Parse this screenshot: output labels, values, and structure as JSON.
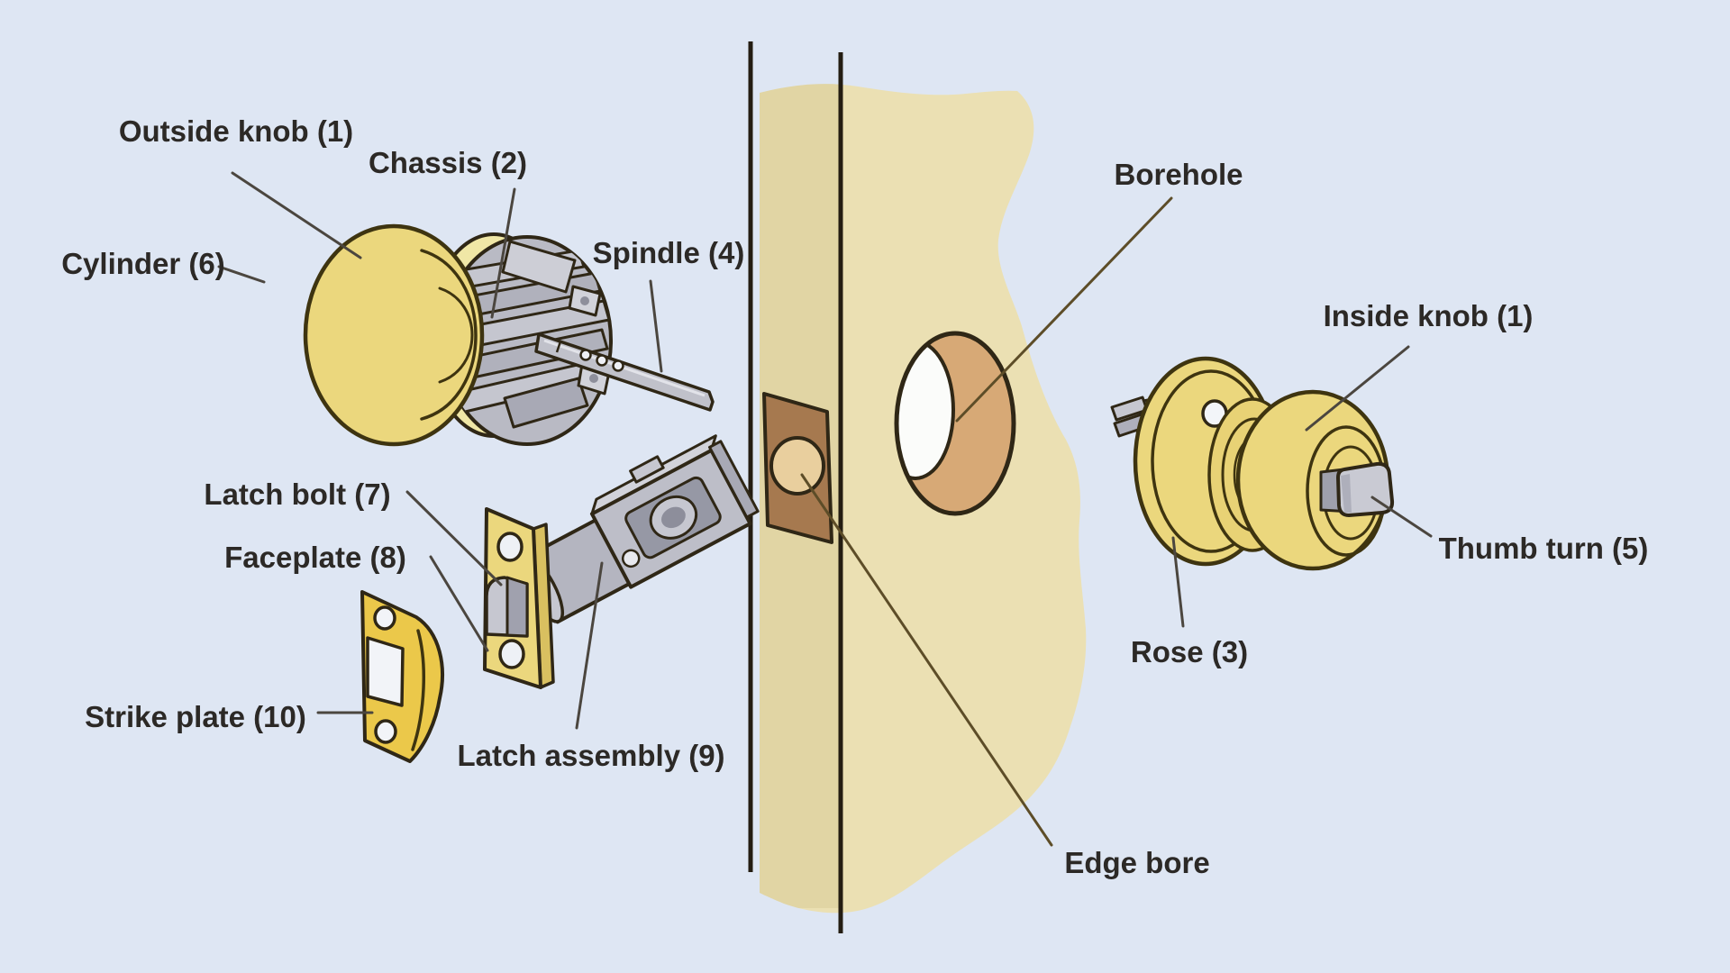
{
  "diagram": {
    "subject": "Doorknob lock exploded parts diagram",
    "labels": {
      "outside_knob": "Outside knob (1)",
      "chassis": "Chassis (2)",
      "cylinder": "Cylinder (6)",
      "spindle": "Spindle (4)",
      "latch_bolt": "Latch bolt (7)",
      "faceplate": "Faceplate (8)",
      "strike_plate": "Strike plate (10)",
      "latch_assembly": "Latch assembly (9)",
      "borehole": "Borehole",
      "edge_bore": "Edge bore",
      "inside_knob": "Inside knob (1)",
      "thumb_turn": "Thumb turn (5)",
      "rose": "Rose (3)"
    },
    "colors": {
      "background": "#dee6f3",
      "door_wood": "#ebe0b3",
      "brass_yellow": "#ebd77d",
      "brass_rim": "#f0e7a6",
      "strike_gold": "#ebc84a",
      "metal_gray": "#b9bac4",
      "metal_light": "#d0d1d9",
      "metal_dark": "#9b9ca9",
      "bore_tan": "#d7a976",
      "edge_plate_brown": "#a6794f",
      "edge_circle_tan": "#e9cf9e",
      "outline": "#2f2716",
      "text": "#2c2926"
    }
  }
}
